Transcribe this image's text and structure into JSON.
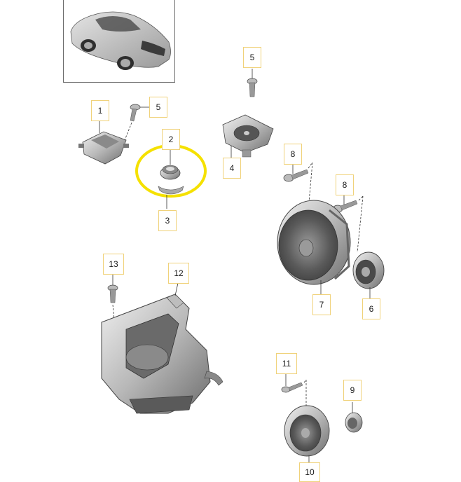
{
  "callouts": {
    "c1": "1",
    "c2": "2",
    "c3": "3",
    "c4": "4",
    "c5a": "5",
    "c5b": "5",
    "c6": "6",
    "c7": "7",
    "c8a": "8",
    "c8b": "8",
    "c9": "9",
    "c10": "10",
    "c11": "11",
    "c12": "12",
    "c13": "13"
  },
  "colors": {
    "highlight": "#f5e100",
    "callout_border": "#f0d27a",
    "part_fill": "#c8c8c8",
    "part_dark": "#5a5a5a",
    "leader": "#333333"
  }
}
